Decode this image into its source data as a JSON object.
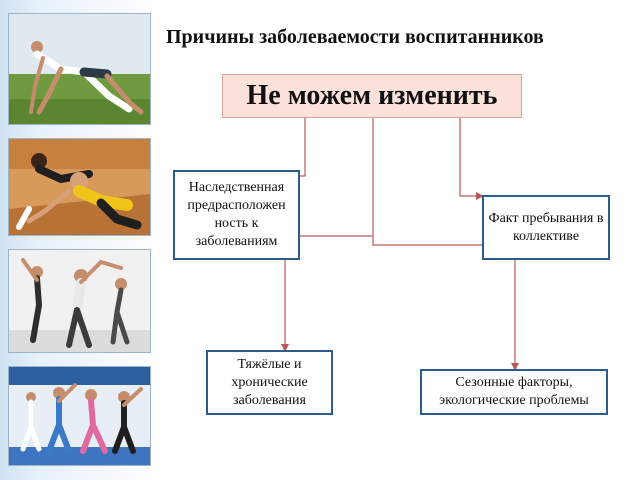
{
  "title": "Причины заболеваемости воспитанников",
  "main_box": "Не можем изменить",
  "nodes": {
    "heredity": "Наследственная предрасположен ность к заболеваниям",
    "collective": "Факт пребывания в коллективе",
    "chronic": "Тяжёлые и хронические заболевания",
    "seasonal": "Сезонные факторы, экологические проблемы"
  },
  "colors": {
    "main_fill": "#fde2dc",
    "node_border": "#2e5a8c",
    "connector": "#b95a5a"
  }
}
